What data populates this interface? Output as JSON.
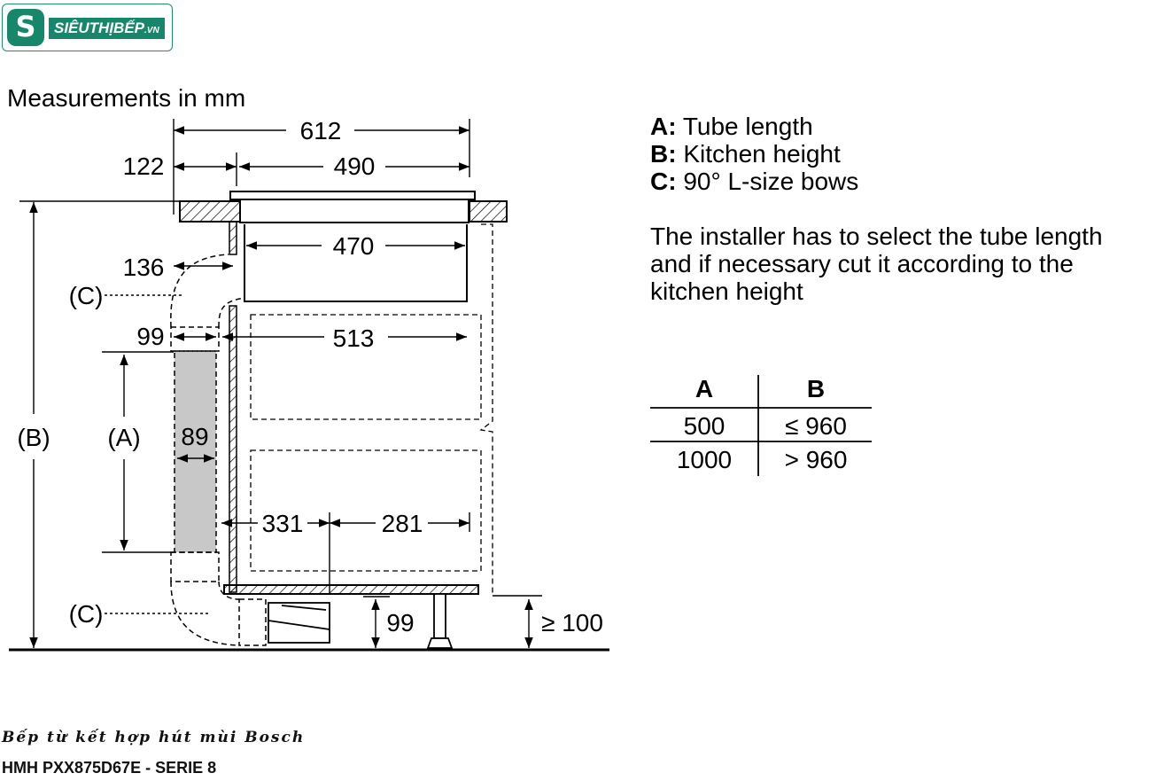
{
  "logo": {
    "mark": "S",
    "brand": "SIÊUTHỊBẾP",
    "domain": ".VN"
  },
  "diagram": {
    "title": "Measurements in mm",
    "dims": {
      "d612": "612",
      "d122": "122",
      "d490": "490",
      "d470": "470",
      "d136": "136",
      "d99a": "99",
      "d513": "513",
      "d89": "89",
      "d331": "331",
      "d281": "281",
      "d99b": "99",
      "d100": "≥ 100"
    },
    "labels": {
      "c_top": "(C)",
      "c_bottom": "(C)",
      "a": "(A)",
      "b": "(B)"
    }
  },
  "legend": [
    {
      "key": "A:",
      "text": " Tube length"
    },
    {
      "key": "B:",
      "text": " Kitchen height"
    },
    {
      "key": "C:",
      "text": " 90° L-size bows"
    }
  ],
  "note": [
    "The installer has to select the tube length",
    "and if necessary cut it according to the",
    "kitchen height"
  ],
  "table": {
    "headers": [
      "A",
      "B"
    ],
    "rows": [
      [
        "500",
        "≤ 960"
      ],
      [
        "1000",
        "> 960"
      ]
    ]
  },
  "captions": {
    "product_line": "Bếp từ kết hợp hút mùi Bosch",
    "model": "HMH PXX875D67E - SERIE 8"
  },
  "colors": {
    "brand": "#16876a",
    "duct_fill": "#c8c8c8"
  },
  "icons": [
    "logo-mark"
  ]
}
